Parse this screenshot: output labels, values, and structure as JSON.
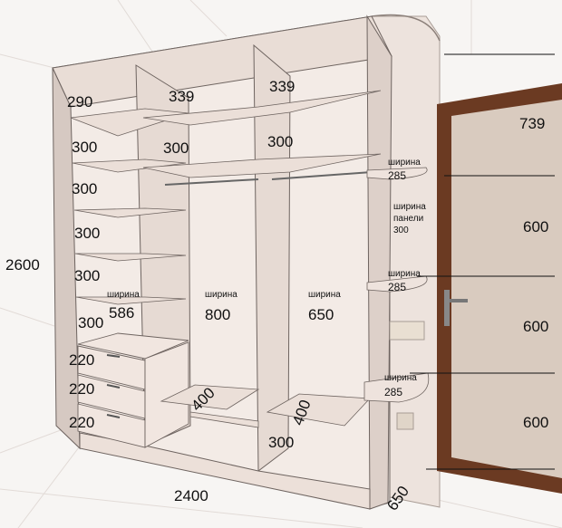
{
  "dimensions": {
    "overall_height": "2600",
    "overall_width": "2400",
    "depth": "650",
    "left_section_heights": [
      "290",
      "300",
      "300",
      "300",
      "300",
      "300"
    ],
    "drawer_heights": [
      "220",
      "220",
      "220"
    ],
    "middle_section_heights": [
      "339",
      "300"
    ],
    "right_section_heights": [
      "339",
      "300"
    ],
    "middle_width_label": "ширина",
    "middle_width": "800",
    "right_width_label": "ширина",
    "right_width": "650",
    "left_width_label": "ширина",
    "left_width": "586",
    "shoe_shelf_1": "400",
    "shoe_shelf_2": "400",
    "bottom_shelf": "300",
    "corner_shelf_label": "ширина",
    "corner_shelf_widths": [
      "285",
      "285",
      "285"
    ],
    "panel_label_line1": "ширина",
    "panel_label_line2": "панели",
    "panel_width": "300",
    "door_heights": [
      "739",
      "600",
      "600",
      "600"
    ]
  },
  "colors": {
    "wardrobe_body": "#efe3dd",
    "wardrobe_edge": "#6e6460",
    "door_frame": "#6b3a22",
    "door_panel": "#d9cbbf",
    "wall": "#ece6e2",
    "floor": "#f4f1ee"
  }
}
